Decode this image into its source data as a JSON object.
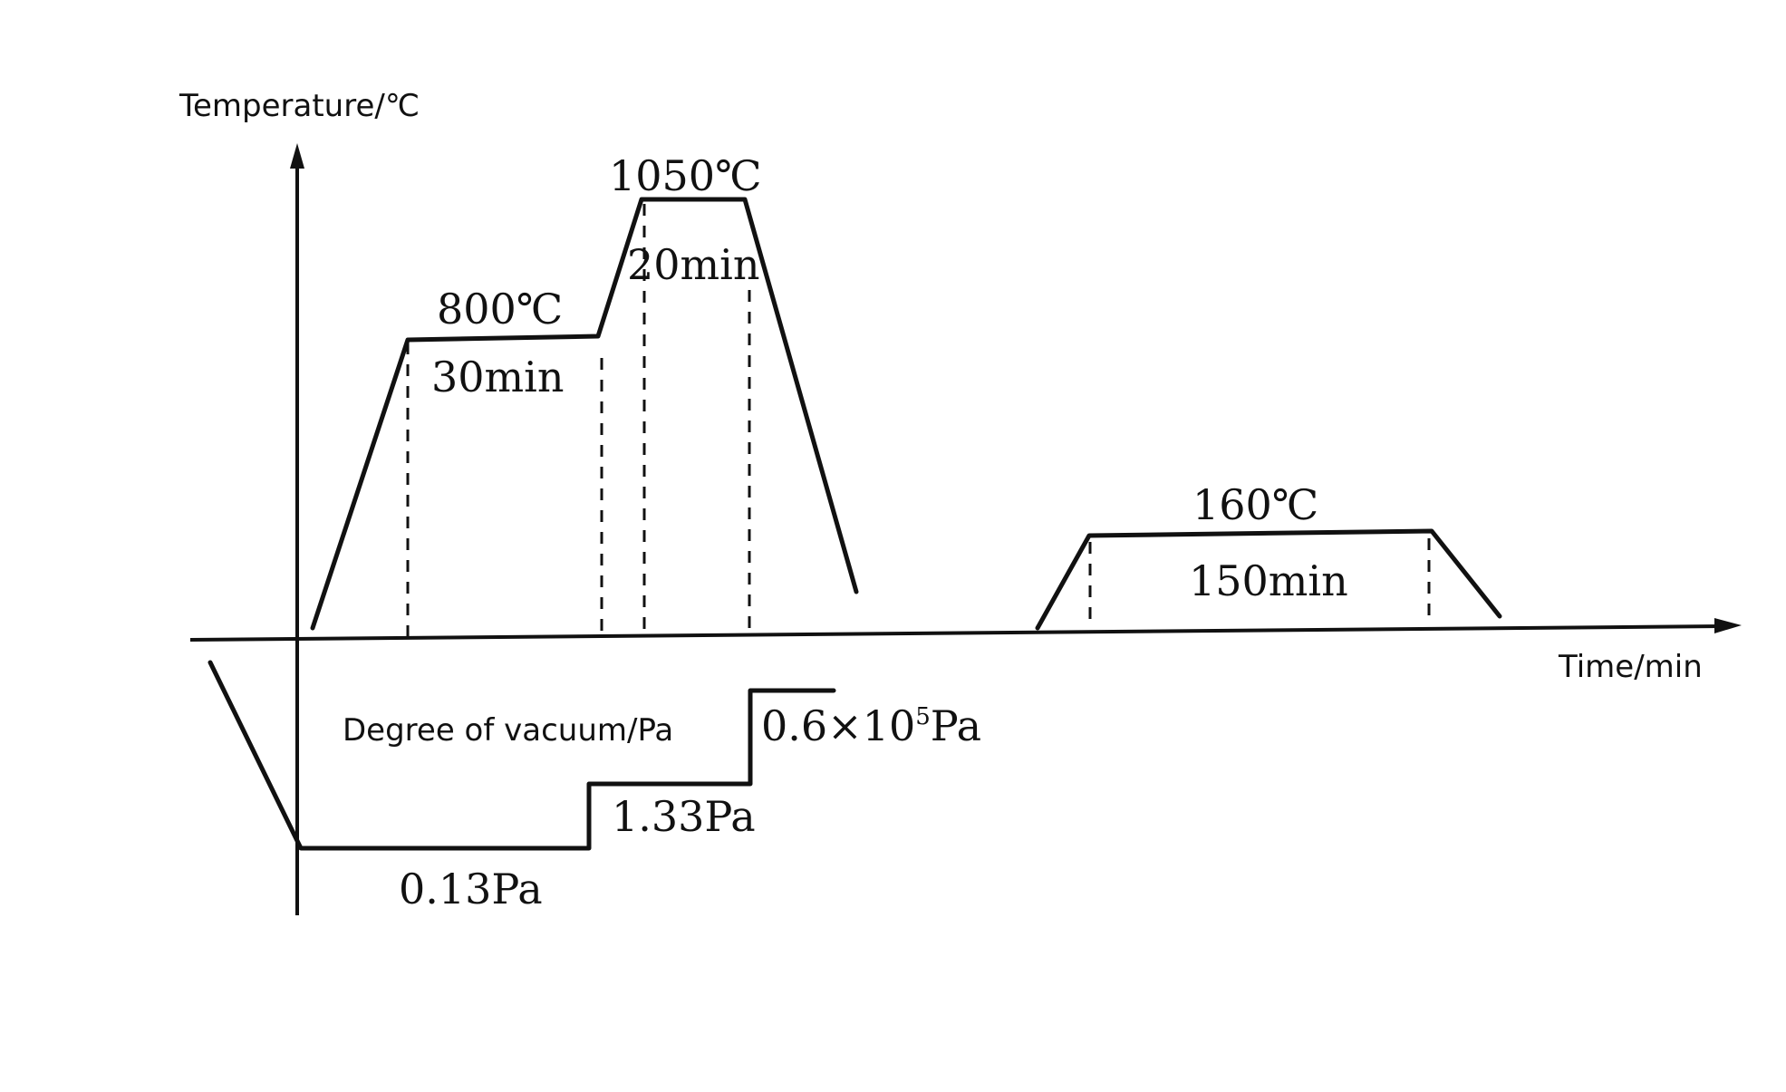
{
  "axes": {
    "y_label": "Temperature/℃",
    "x_label": "Time/min",
    "vacuum_label": "Degree of vacuum/Pa"
  },
  "temperature_stages": [
    {
      "temperature": "800℃",
      "hold": "30min"
    },
    {
      "temperature": "1050℃",
      "hold": "20min"
    },
    {
      "temperature": "160℃",
      "hold": "150min"
    }
  ],
  "vacuum_stages": [
    {
      "pressure": "0.13Pa"
    },
    {
      "pressure": "1.33Pa"
    },
    {
      "pressure_base": "0.6×10",
      "pressure_exp": "5",
      "pressure_unit": "Pa"
    }
  ],
  "colors": {
    "ink": "#111111",
    "background": "#ffffff"
  }
}
